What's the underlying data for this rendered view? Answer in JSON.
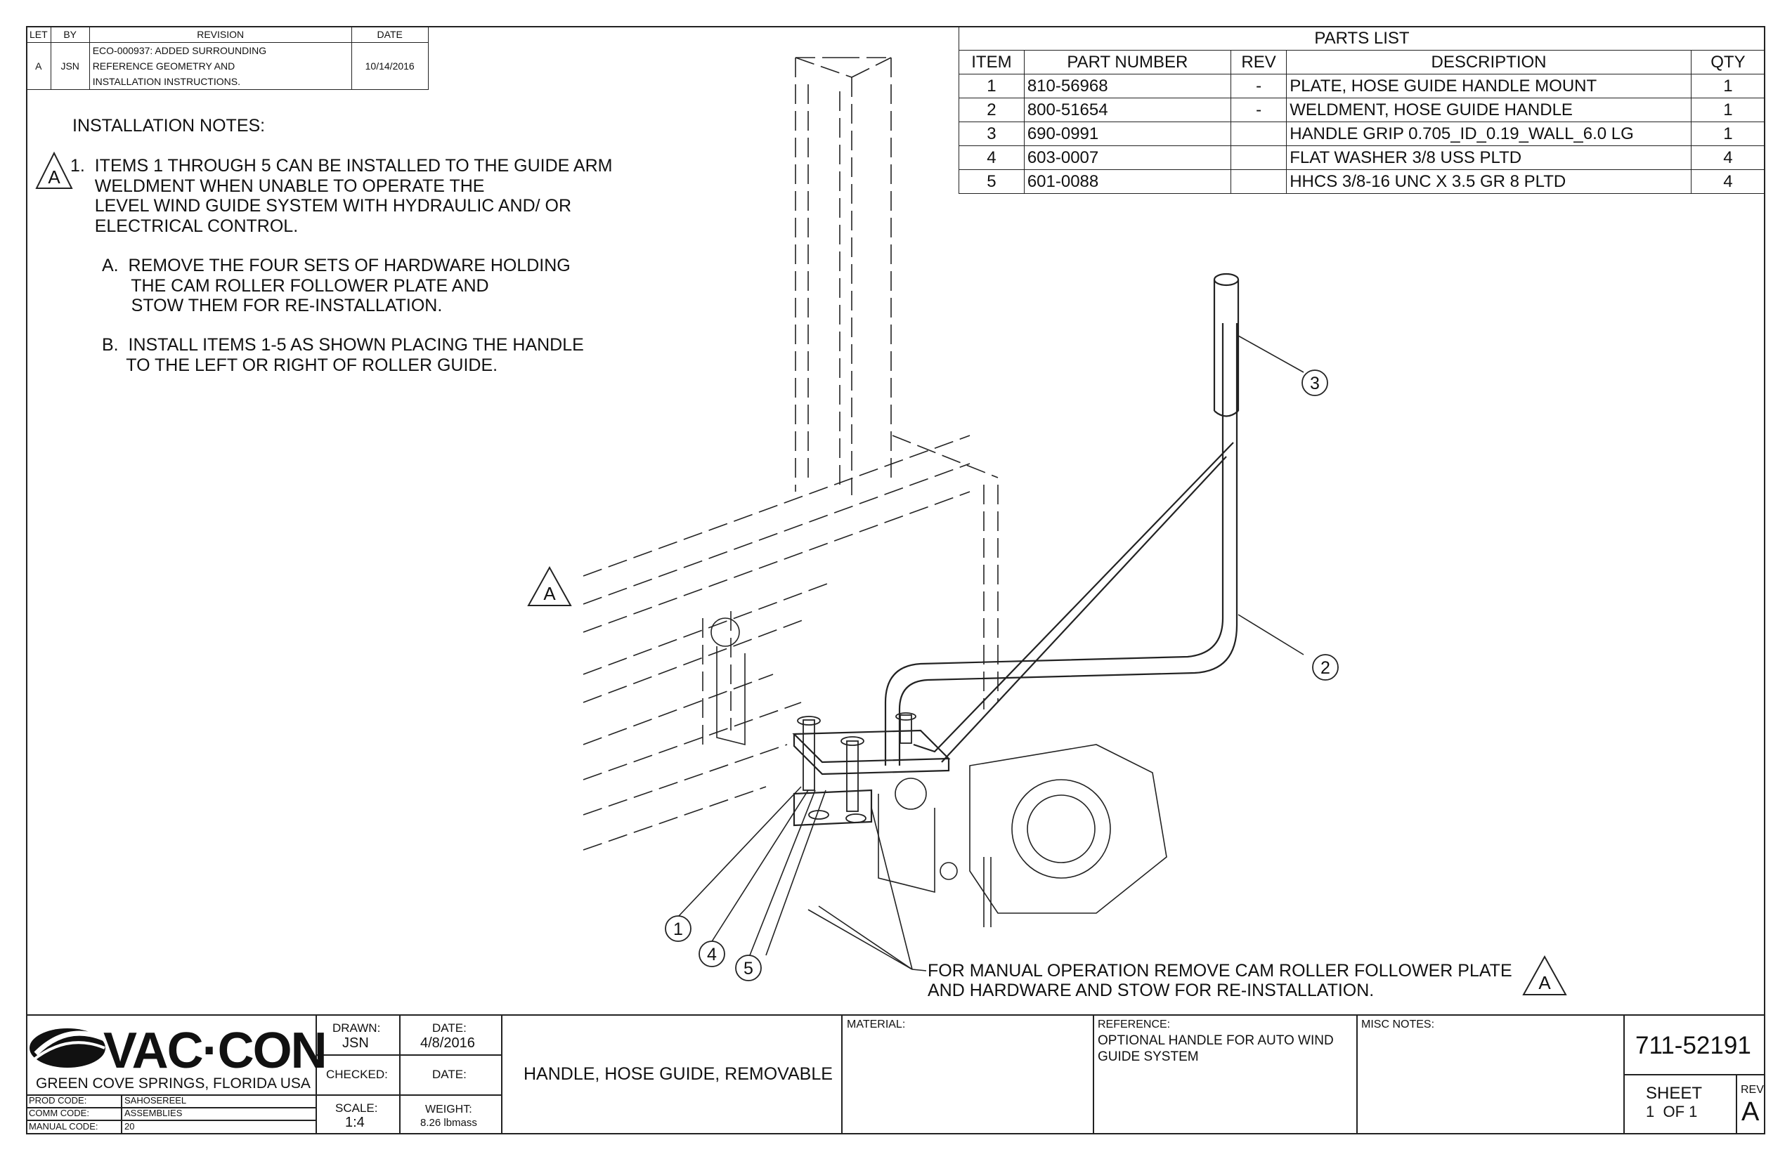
{
  "revision_block": {
    "headers": {
      "let": "LET",
      "by": "BY",
      "revision": "REVISION",
      "date": "DATE"
    },
    "row": {
      "let": "A",
      "by": "JSN",
      "revision_lines": [
        "ECO-000937:  ADDED SURROUNDING",
        "REFERENCE GEOMETRY AND",
        "INSTALLATION INSTRUCTIONS."
      ],
      "date": "10/14/2016"
    }
  },
  "parts_list": {
    "title": "PARTS LIST",
    "headers": {
      "item": "ITEM",
      "part_number": "PART NUMBER",
      "rev": "REV",
      "description": "DESCRIPTION",
      "qty": "QTY"
    },
    "rows": [
      {
        "item": "1",
        "part_number": "810-56968",
        "rev": "-",
        "description": "PLATE, HOSE GUIDE HANDLE MOUNT",
        "qty": "1"
      },
      {
        "item": "2",
        "part_number": "800-51654",
        "rev": "-",
        "description": "WELDMENT, HOSE GUIDE HANDLE",
        "qty": "1"
      },
      {
        "item": "3",
        "part_number": "690-0991",
        "rev": "",
        "description": "HANDLE GRIP 0.705_ID_0.19_WALL_6.0 LG",
        "qty": "1"
      },
      {
        "item": "4",
        "part_number": "603-0007",
        "rev": "",
        "description": "FLAT WASHER 3/8 USS PLTD",
        "qty": "4"
      },
      {
        "item": "5",
        "part_number": "601-0088",
        "rev": "",
        "description": "HHCS 3/8-16 UNC X 3.5 GR 8 PLTD",
        "qty": "4"
      }
    ]
  },
  "installation_notes": {
    "heading": "INSTALLATION NOTES:",
    "note1_lines": [
      "1.  ITEMS 1 THROUGH 5 CAN BE INSTALLED TO THE GUIDE ARM",
      "     WELDMENT WHEN UNABLE TO OPERATE THE",
      "     LEVEL WIND GUIDE SYSTEM WITH HYDRAULIC AND/ OR",
      "     ELECTRICAL CONTROL."
    ],
    "step_a_lines": [
      "A.  REMOVE THE FOUR SETS OF HARDWARE HOLDING",
      "      THE CAM ROLLER FOLLOWER PLATE AND",
      "      STOW THEM FOR RE-INSTALLATION."
    ],
    "step_b_lines": [
      "B.  INSTALL ITEMS 1-5 AS SHOWN PLACING THE HANDLE",
      "     TO THE LEFT OR RIGHT OF ROLLER GUIDE."
    ]
  },
  "revision_triangle_label": "A",
  "balloons": [
    "1",
    "2",
    "3",
    "4",
    "5"
  ],
  "manual_note_lines": [
    "FOR MANUAL OPERATION REMOVE CAM ROLLER FOLLOWER PLATE",
    "AND HARDWARE AND STOW FOR RE-INSTALLATION."
  ],
  "title_block": {
    "logo_text": "VAC·CON",
    "location": "GREEN COVE SPRINGS, FLORIDA USA",
    "codes": [
      {
        "label": "PROD CODE:",
        "value": "SAHOSEREEL"
      },
      {
        "label": "COMM CODE:",
        "value": "ASSEMBLIES"
      },
      {
        "label": "MANUAL CODE:",
        "value": "20"
      }
    ],
    "drawn_label": "DRAWN:",
    "drawn_value": "JSN",
    "date_label": "DATE:",
    "date_value": "4/8/2016",
    "checked_label": "CHECKED:",
    "checked_date_label": "DATE:",
    "scale_label": "SCALE:",
    "scale_value": "1:4",
    "weight_label": "WEIGHT:",
    "weight_value": "8.26 lbmass",
    "title": "HANDLE, HOSE GUIDE, REMOVABLE",
    "material_label": "MATERIAL:",
    "reference_label": "REFERENCE:",
    "reference_lines": [
      "OPTIONAL HANDLE FOR AUTO WIND",
      "GUIDE SYSTEM"
    ],
    "misc_label": "MISC NOTES:",
    "drawing_number": "711-52191",
    "sheet_label": "SHEET",
    "sheet_value": "1  OF 1",
    "rev_label": "REV",
    "rev_value": "A"
  }
}
